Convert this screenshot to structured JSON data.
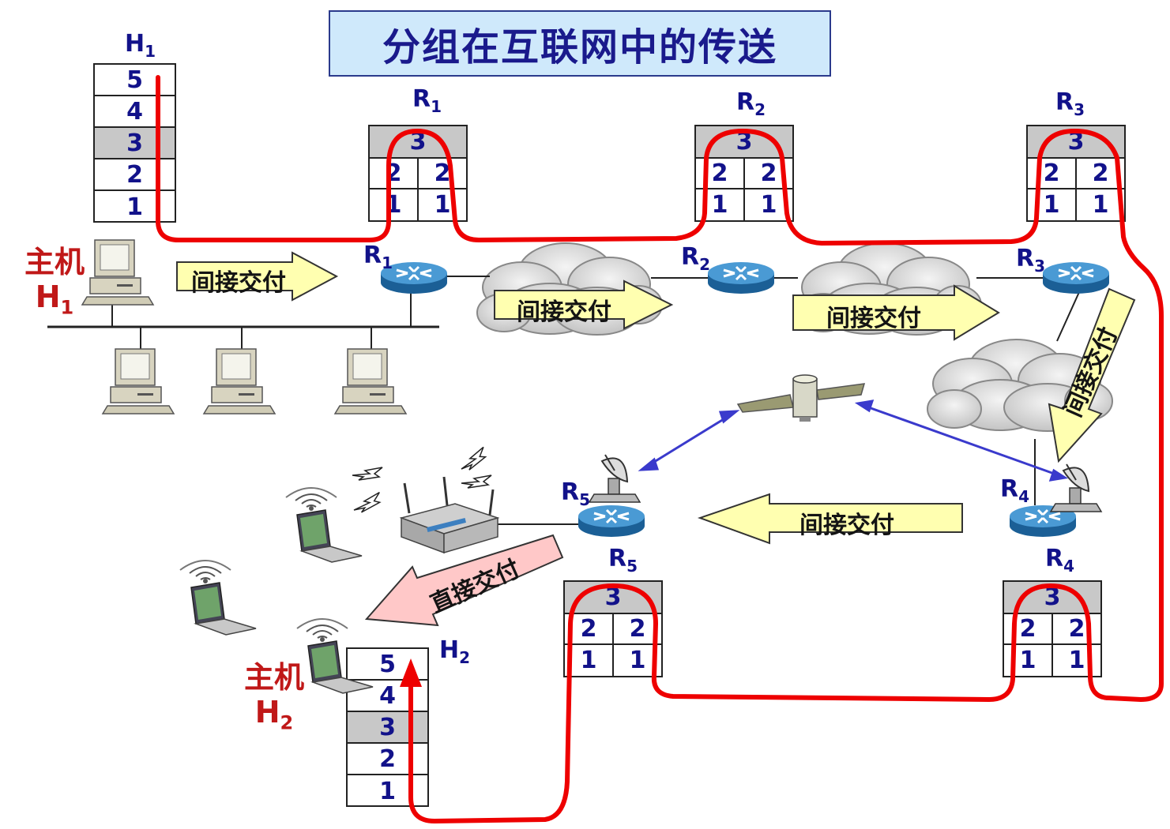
{
  "title": "分组在互联网中的传送",
  "layers": {
    "l5": "5",
    "l4": "4",
    "l3": "3",
    "l2": "2",
    "l1": "1"
  },
  "labels": {
    "h1_stack": "H",
    "h2_stack": "H",
    "h1_sub": "1",
    "h2_sub": "2",
    "r1": "R",
    "r2": "R",
    "r3": "R",
    "r4": "R",
    "r5": "R",
    "s1": "1",
    "s2": "2",
    "s3": "3",
    "s4": "4",
    "s5": "5"
  },
  "host1": {
    "name": "主机",
    "id": "H",
    "sub": "1"
  },
  "host2": {
    "name": "主机",
    "id": "H",
    "sub": "2"
  },
  "delivery": {
    "indirect": "间接交付",
    "direct": "直接交付"
  },
  "colors": {
    "path": "#ee0000",
    "router": "#2a7fbf",
    "title_bg": "#cfe9fb",
    "arrow_fill": "#ffffb0",
    "direct_fill": "#ffc8c8",
    "link": "#3a3acc"
  }
}
